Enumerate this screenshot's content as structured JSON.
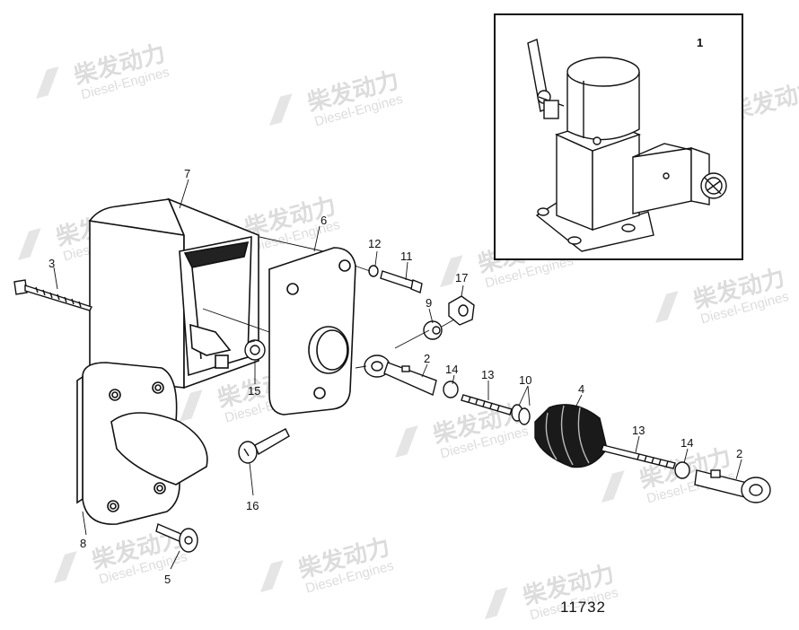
{
  "watermark": {
    "cn": "柴发动力",
    "en": "Diesel-Engines"
  },
  "inset_label": "1",
  "figure_number": "11732",
  "callouts": {
    "c2a": "2",
    "c2b": "2",
    "c3": "3",
    "c4": "4",
    "c5": "5",
    "c6": "6",
    "c7": "7",
    "c8": "8",
    "c9": "9",
    "c10": "10",
    "c11": "11",
    "c12": "12",
    "c13a": "13",
    "c13b": "13",
    "c14a": "14",
    "c14b": "14",
    "c15": "15",
    "c16": "16",
    "c17": "17"
  }
}
